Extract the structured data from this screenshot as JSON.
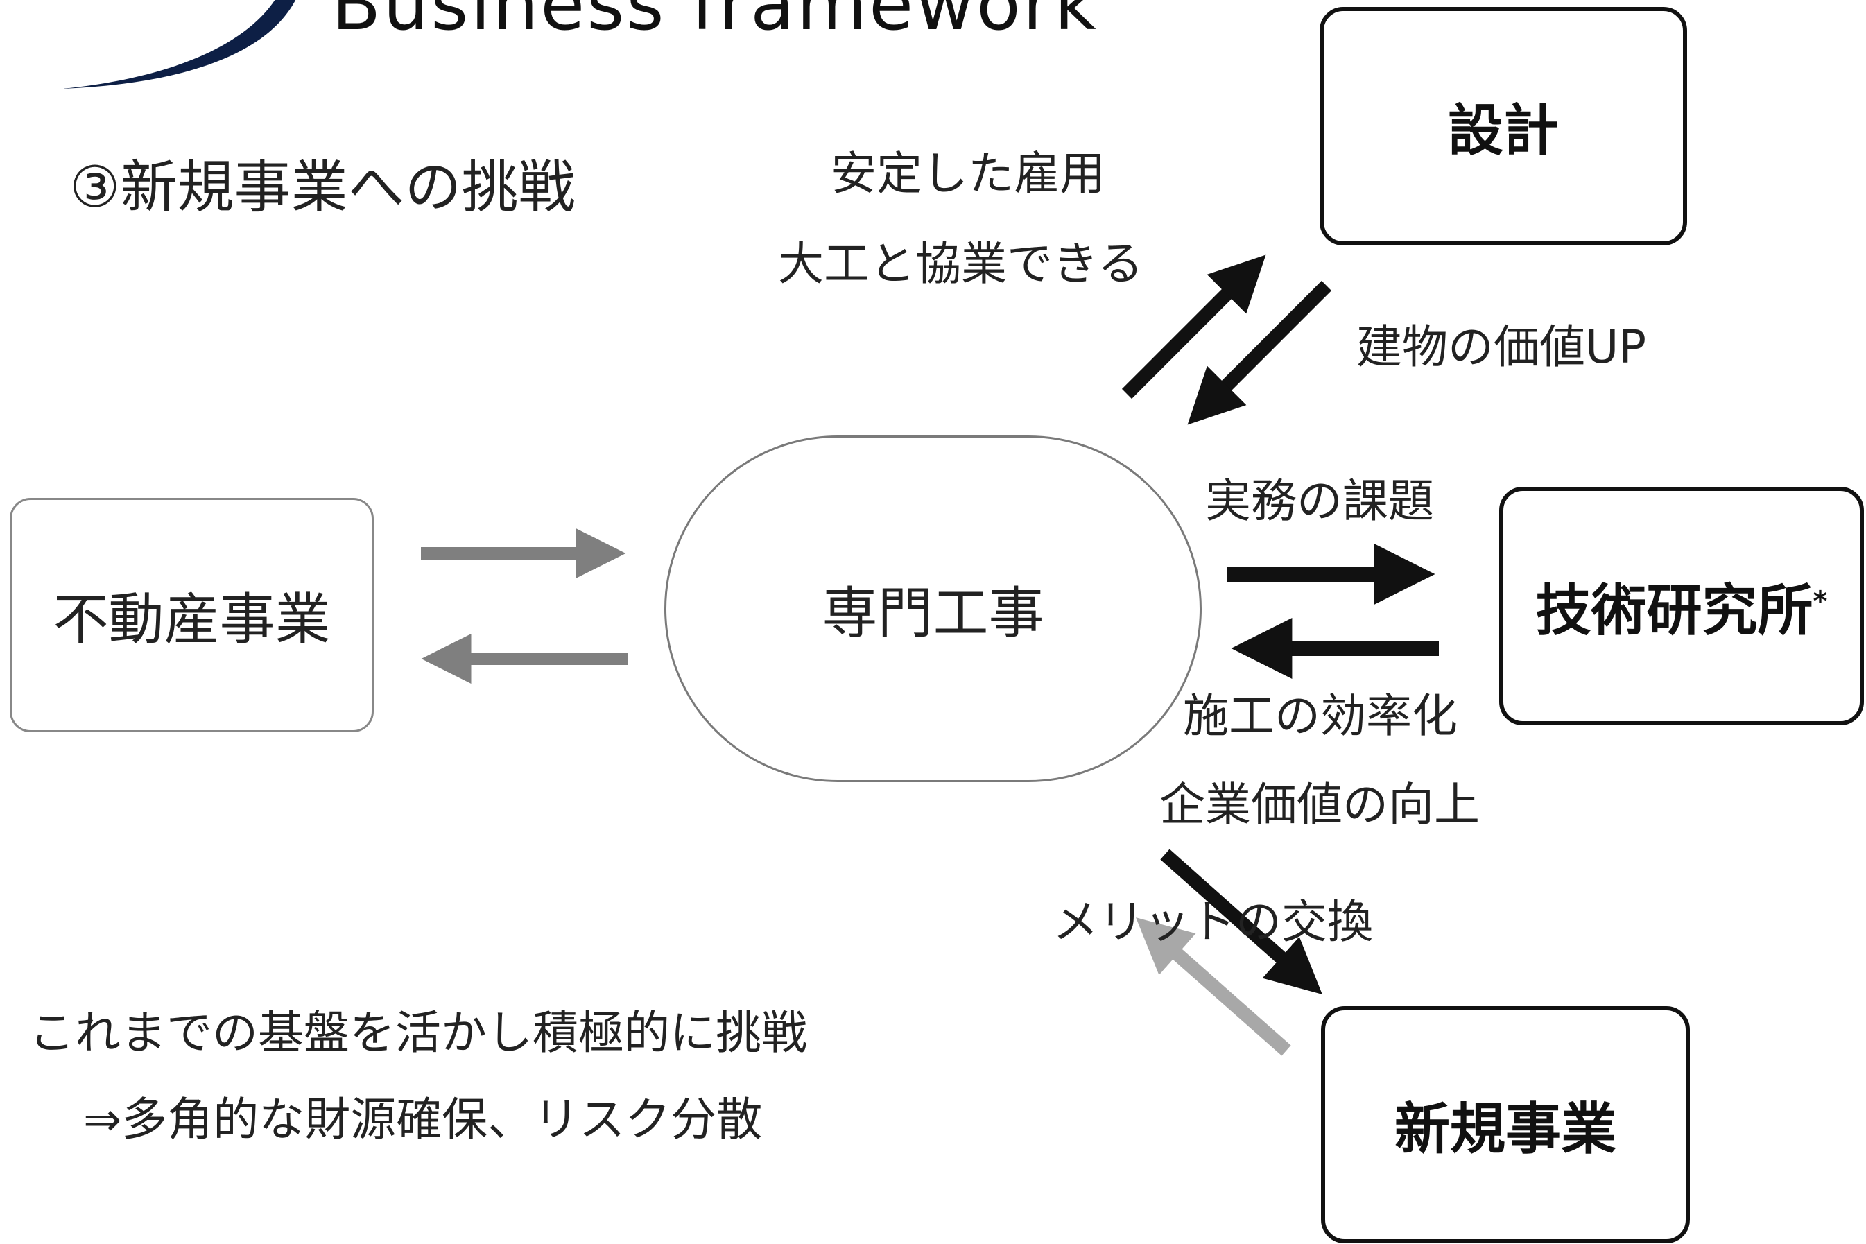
{
  "header": {
    "brand": "Business framework",
    "colors": {
      "swoosh": "#0d1f45"
    }
  },
  "section_title": "③新規事業への挑戦",
  "center": {
    "label": "専門工事"
  },
  "left_box": {
    "label": "不動産事業"
  },
  "nodes": {
    "design": {
      "label": "設計"
    },
    "lab": {
      "label": "技術研究所",
      "mark": "*"
    },
    "new_business": {
      "label": "新規事業"
    }
  },
  "edge_labels": {
    "to_design_1": "安定した雇用",
    "to_design_2": "大工と協業できる",
    "from_design": "建物の価値UP",
    "to_lab": "実務の課題",
    "from_lab_1": "施工の効率化",
    "from_lab_2": "企業価値の向上",
    "new_business_exchange": "メリットの交換"
  },
  "notes": [
    "これまでの基盤を活かし積極的に挑戦",
    "⇒多角的な財源確保、リスク分散"
  ],
  "colors": {
    "dark_arrow": "#111111",
    "gray_arrow": "#7f7f7f",
    "light_gray_arrow": "#a8a8a8"
  }
}
